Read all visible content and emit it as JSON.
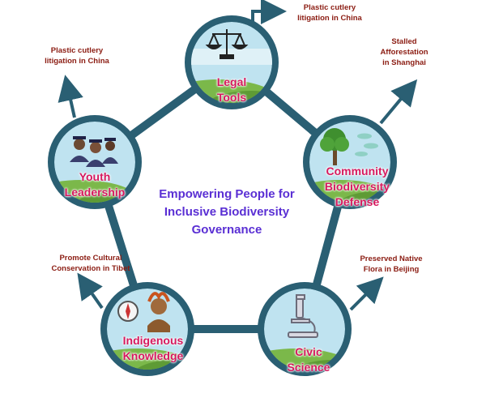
{
  "center": {
    "title_line1": "Empowering People for",
    "title_line2": "Inclusive Biodiversity",
    "title_line3": "Governance"
  },
  "nodes": {
    "legal": {
      "line1": "Legal",
      "line2": "Tools",
      "outcome_line1": "Plastic cutlery",
      "outcome_line2": "litigation in China",
      "icon": "scales-of-justice-icon"
    },
    "youth": {
      "line1": "Youth",
      "line2": "Leadership",
      "outcome_line1": "Plastic cutlery",
      "outcome_line2": "litigation in China",
      "icon": "graduates-icon"
    },
    "community": {
      "line1": "Community",
      "line2": "Biodiversity",
      "line3": "Defense",
      "outcome_line1": "Stalled",
      "outcome_line2": "Afforestation",
      "outcome_line3": "in Shanghai",
      "icon": "tree-and-fish-icon"
    },
    "indigenous": {
      "line1": "Indigenous",
      "line2": "Knowledge",
      "outcome_line1": "Promote Cultural",
      "outcome_line2": "Conservation in Tibet",
      "icon": "compass-and-elder-icon"
    },
    "civic": {
      "line1": "Civic",
      "line2": "Science",
      "outcome_line1": "Preserved Native",
      "outcome_line2": "Flora in Beijing",
      "icon": "microscope-icon"
    }
  },
  "colors": {
    "ring": "#2a5f73",
    "sky": "#bfe3f0",
    "grass": "#7bb84a",
    "label": "#d6195e",
    "outcome": "#8b1c12",
    "center": "#5a2fd4"
  }
}
